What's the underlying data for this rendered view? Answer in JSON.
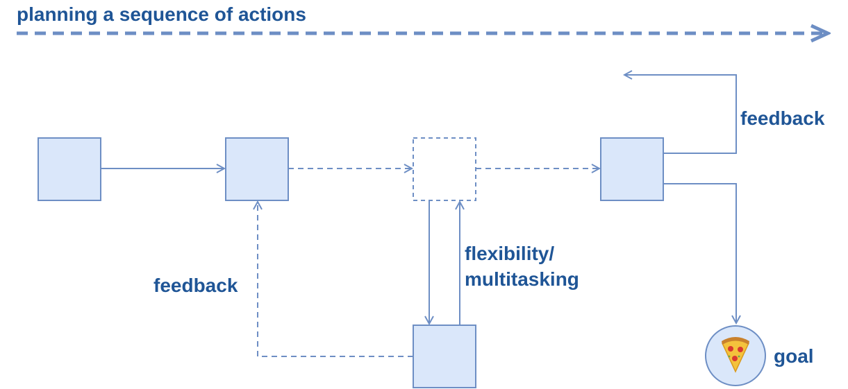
{
  "title": "planning a sequence of actions",
  "labels": {
    "feedback_top": "feedback",
    "feedback_left": "feedback",
    "flexibility_line1": "flexibility/",
    "flexibility_line2": "multitasking",
    "goal": "goal"
  },
  "icons": {
    "goal": "pizza-icon"
  },
  "colors": {
    "text": "#1f5596",
    "arrow": "#6d8ec4",
    "box_fill": "#dae7fa",
    "box_stroke": "#6d8ec4"
  }
}
